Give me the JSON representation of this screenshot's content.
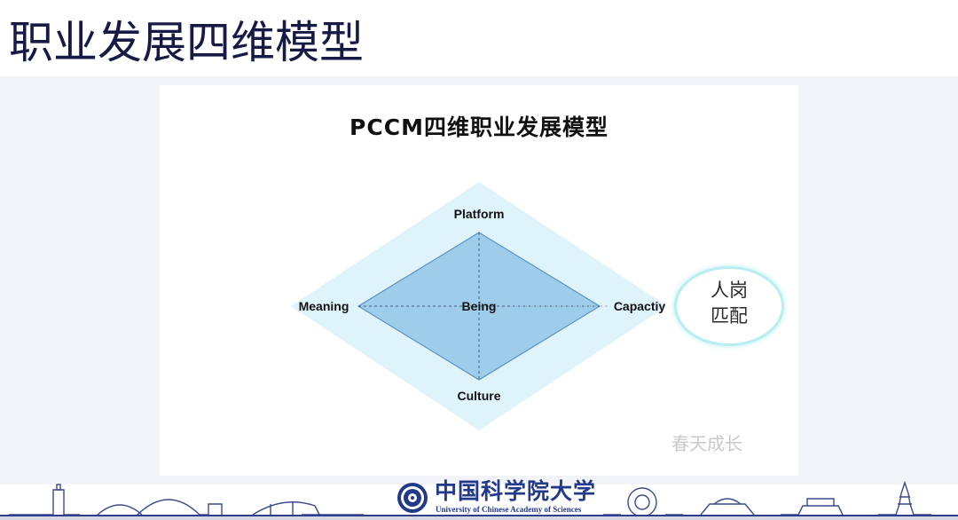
{
  "slide": {
    "title": "职业发展四维模型"
  },
  "diagram": {
    "title": "PCCM四维职业发展模型",
    "nodes": {
      "top": "Platform",
      "left": "Meaning",
      "center": "Being",
      "right": "Capactiy",
      "bottom": "Culture"
    },
    "match_label_line1": "人岗",
    "match_label_line2": "匹配",
    "colors": {
      "inner_diamond": "#9dcdea",
      "outer_diamond": "#dff3fb",
      "ellipse_border": "#b9eef0"
    }
  },
  "watermark": "春天成长",
  "footer": {
    "logo_cn": "中国科学院大学",
    "logo_en": "University of Chinese Academy of Sciences",
    "logo_icon": "ucas-seal-icon"
  }
}
